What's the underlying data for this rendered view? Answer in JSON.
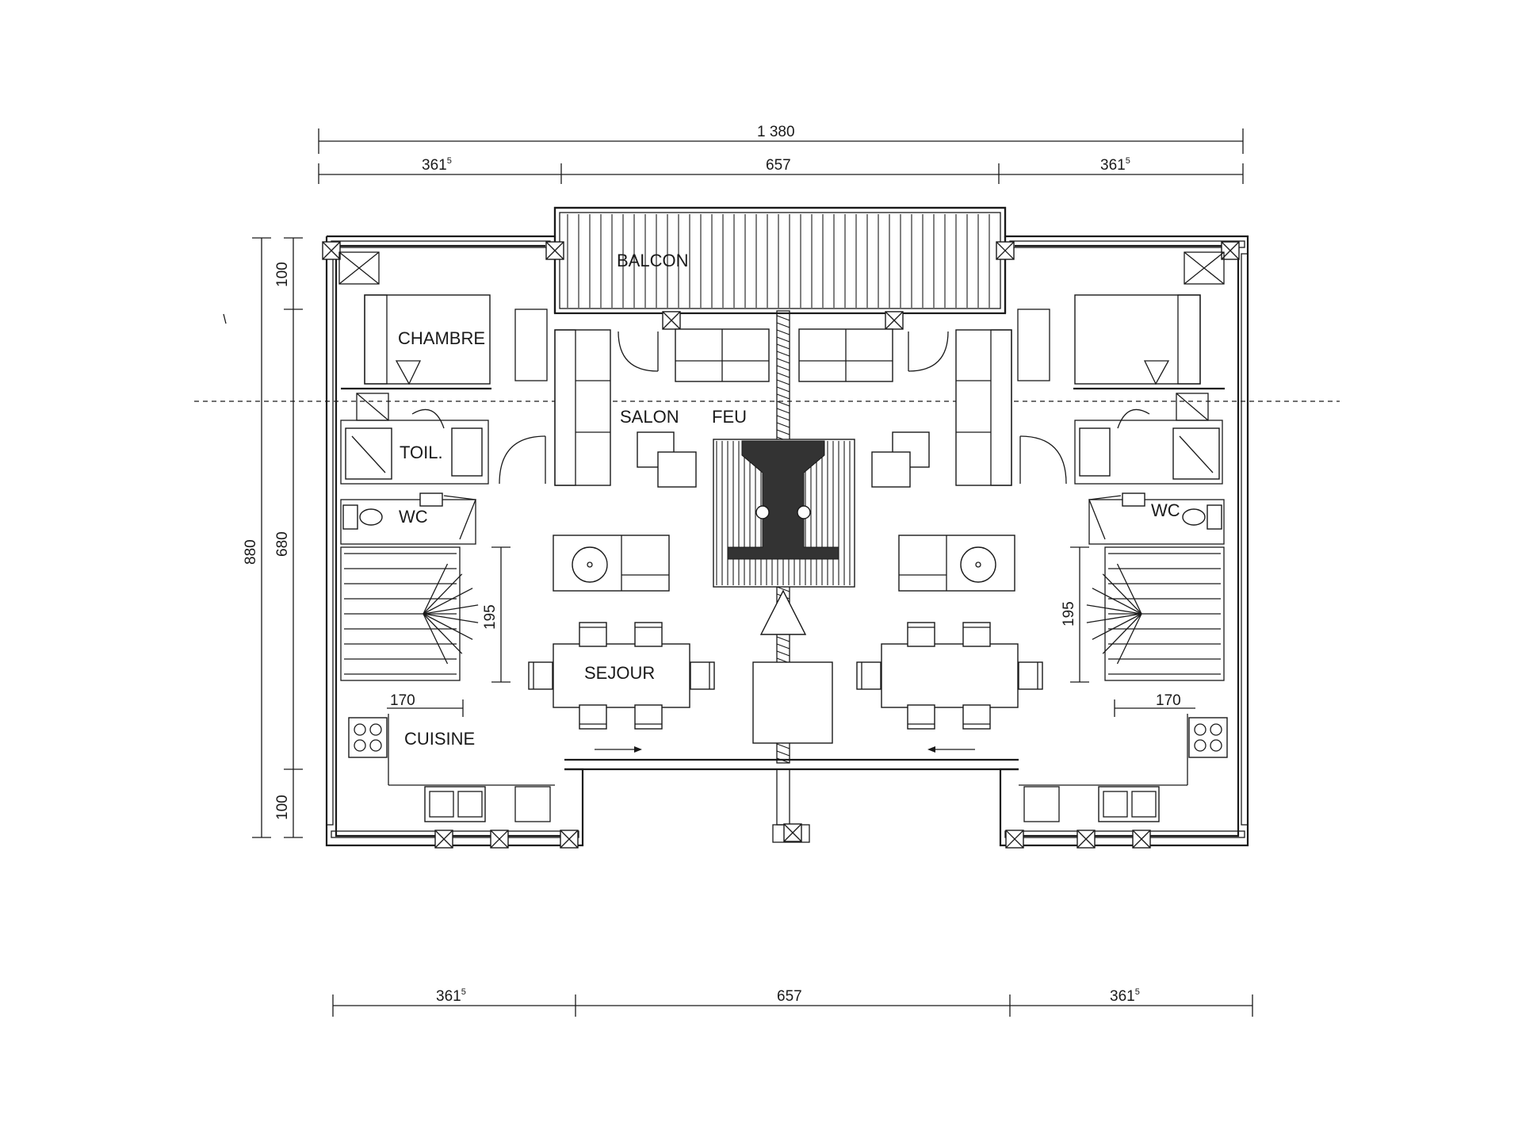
{
  "labels": {
    "balcon": "BALCON",
    "chambre": "CHAMBRE",
    "salon": "SALON",
    "feu": "FEU",
    "toil": "TOIL.",
    "wc_left": "WC",
    "wc_right": "WC",
    "sejour": "SEJOUR",
    "cuisine": "CUISINE"
  },
  "dimensions": {
    "overall_width": "1 380",
    "top_left": {
      "base": "361",
      "sup": "5"
    },
    "top_middle": "657",
    "top_right": {
      "base": "361",
      "sup": "5"
    },
    "bottom_left": {
      "base": "361",
      "sup": "5"
    },
    "bottom_middle": "657",
    "bottom_right": {
      "base": "361",
      "sup": "5"
    },
    "height_total": "880",
    "height_inner": "680",
    "height_top": "100",
    "height_bottom": "100",
    "sejour_left": "195",
    "sejour_right": "195",
    "stair_left": "170",
    "stair_right": "170"
  }
}
